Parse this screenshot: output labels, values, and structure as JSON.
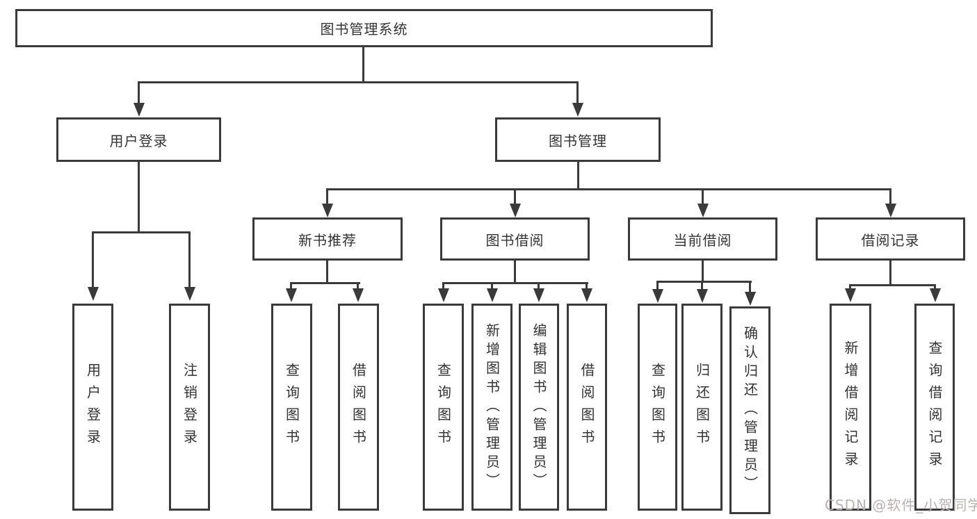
{
  "diagram": {
    "root": {
      "label": "图书管理系统"
    },
    "level2": [
      {
        "label": "用户登录"
      },
      {
        "label": "图书管理"
      }
    ],
    "level3": [
      {
        "label": "新书推荐"
      },
      {
        "label": "图书借阅"
      },
      {
        "label": "当前借阅"
      },
      {
        "label": "借阅记录"
      }
    ],
    "leaves": [
      {
        "label": "用户登录"
      },
      {
        "label": "注销登录"
      },
      {
        "label": "查询图书"
      },
      {
        "label": "借阅图书"
      },
      {
        "label": "查询图书"
      },
      {
        "label": "新增图书（管理员）"
      },
      {
        "label": "编辑图书（管理员）"
      },
      {
        "label": "借阅图书"
      },
      {
        "label": "查询图书"
      },
      {
        "label": "归还图书"
      },
      {
        "label": "确认归还（管理员）"
      },
      {
        "label": "新增借阅记录"
      },
      {
        "label": "查询借阅记录"
      }
    ],
    "watermark": "CSDN @软件_小贺同学",
    "colors": {
      "line": "#3a3a3a",
      "watermark": "#b9b1b1",
      "background": "#ffffff"
    }
  }
}
